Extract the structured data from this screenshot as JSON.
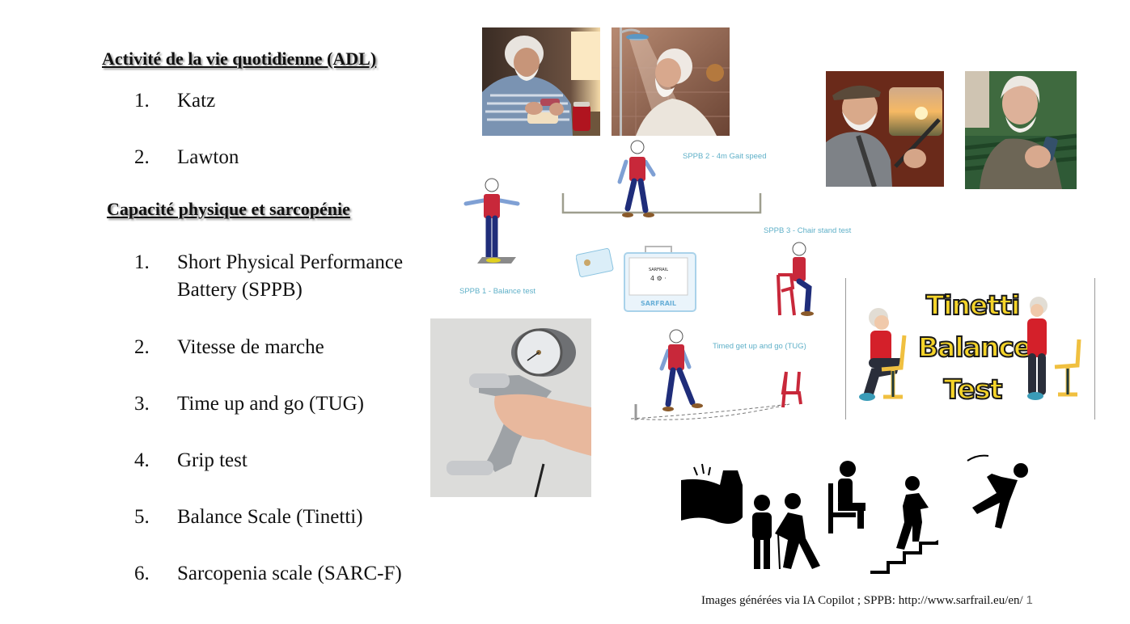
{
  "sections": [
    {
      "heading": "Activité de la vie quotidienne (ADL)",
      "items": [
        {
          "num": "1.",
          "text": "Katz"
        },
        {
          "num": "2.",
          "text": "Lawton"
        }
      ]
    },
    {
      "heading": "Capacité physique et sarcopénie",
      "items": [
        {
          "num": "1.",
          "text": "Short Physical Performance",
          "text2": "Battery (SPPB)"
        },
        {
          "num": "2.",
          "text": "Vitesse de marche"
        },
        {
          "num": "3.",
          "text": "Time up and go (TUG)"
        },
        {
          "num": "4.",
          "text": "Grip test"
        },
        {
          "num": "5.",
          "text": "Balance Scale (Tinetti)"
        },
        {
          "num": "6.",
          "text": "Sarcopenia scale (SARC-F)"
        }
      ]
    }
  ],
  "images": {
    "photo_breakfast": "elderly man spreading jam on bread",
    "photo_shower": "elderly man in shower",
    "photo_driving": "elderly man driving car at sunset",
    "photo_phone": "elderly man using smartphone on bench",
    "photo_dynamometer": "hand dynamometer grip test"
  },
  "sppb": {
    "caption_balance": "SPPB 1 - Balance test",
    "caption_gait": "SPPB 2 - 4m Gait speed",
    "caption_chair": "SPPB 3 - Chair stand test",
    "caption_tug": "Timed get up and go (TUG)",
    "device_label": "SARFRAIL",
    "device_screen_title": "SARFRAIL"
  },
  "tinetti": {
    "line1": "Tinetti",
    "line2": "Balance",
    "line3": "Test"
  },
  "colors": {
    "caption": "#5fb0c8",
    "sweater": "#c8283a",
    "trousers": "#1f2d7a",
    "tinetti_yellow": "#f5d429"
  },
  "footer": {
    "credit": "Images générées via IA Copilot ; SPPB: http://www.sarfrail.eu/en/",
    "page_number": "1"
  }
}
